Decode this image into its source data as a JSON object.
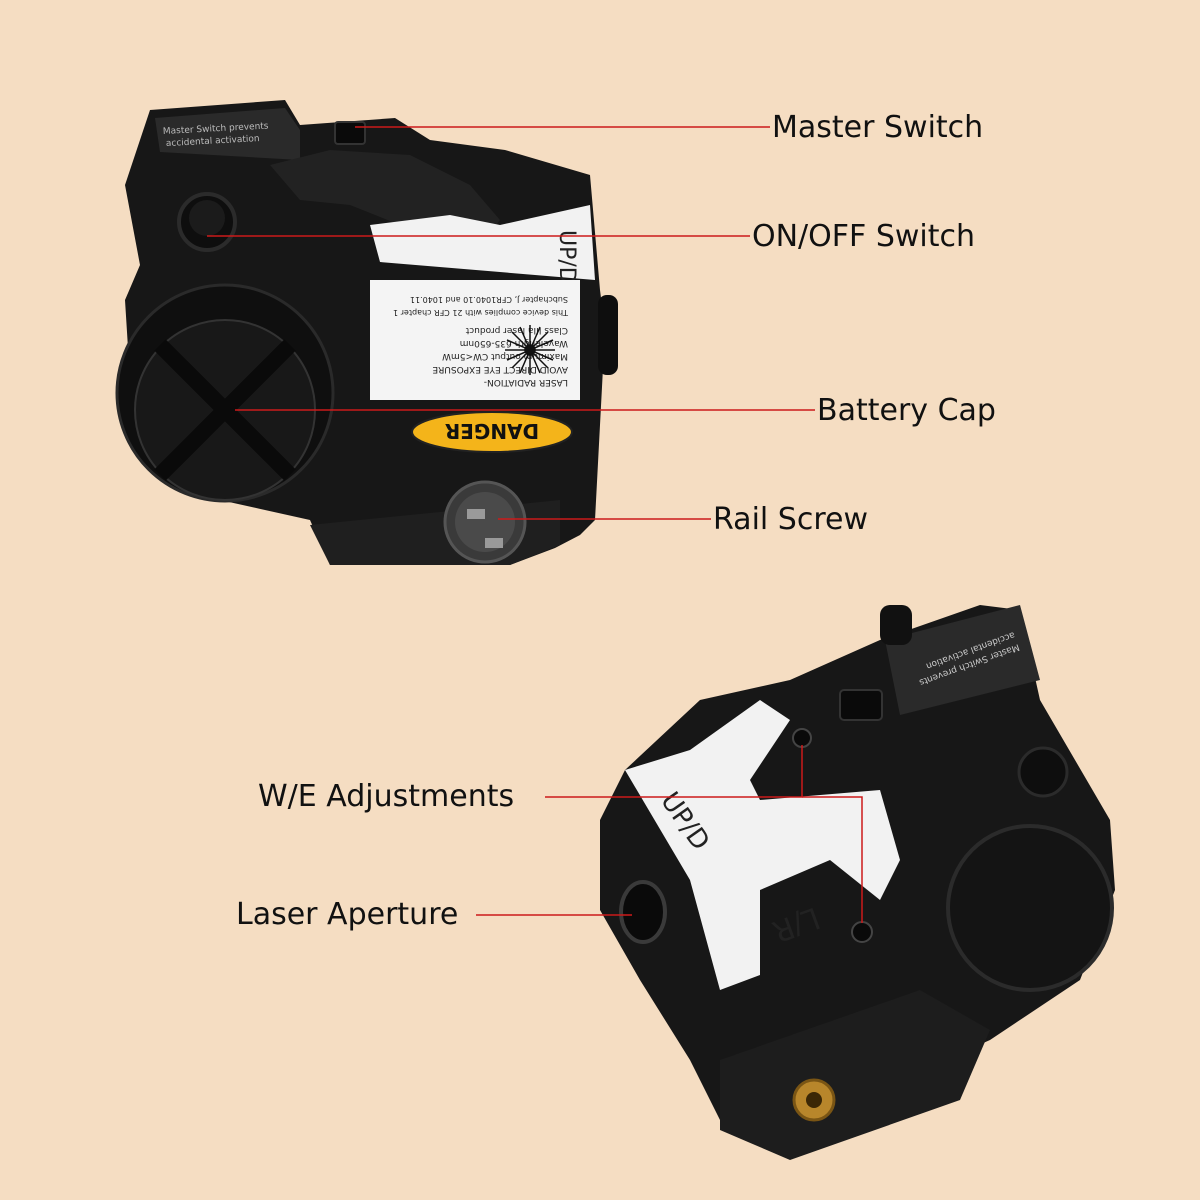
{
  "callouts": {
    "master_switch": "Master Switch",
    "on_off_switch": "ON/OFF Switch",
    "battery_cap": "Battery Cap",
    "rail_screw": "Rail Screw",
    "we_adjustments": "W/E Adjustments",
    "laser_aperture": "Laser Aperture"
  },
  "stickers": {
    "danger": "DANGER",
    "up_d_top": "UP/D",
    "up_d_bottom": "UP/D",
    "lr": "L/R",
    "master_plate_line1": "Master Switch prevents",
    "master_plate_line2": "accidental activation",
    "warning_line1": "LASER RADIATION-",
    "warning_line2": "AVOID DIRECT EYE EXPOSURE",
    "warning_line3": "Maximum output CW<5mW",
    "warning_line4": "Wavelength 635-650nm",
    "warning_line5": "Class IIIa laser product",
    "warning_line6": "This device complies with 21 CFR chapter 1",
    "warning_line7": "Subchapter J, CFR1040.10 and 1040.11"
  },
  "colors": {
    "background": "#f5ddc2",
    "leader_line": "#cc1a1a",
    "body": "#141414",
    "danger_yellow": "#f4b41a"
  }
}
